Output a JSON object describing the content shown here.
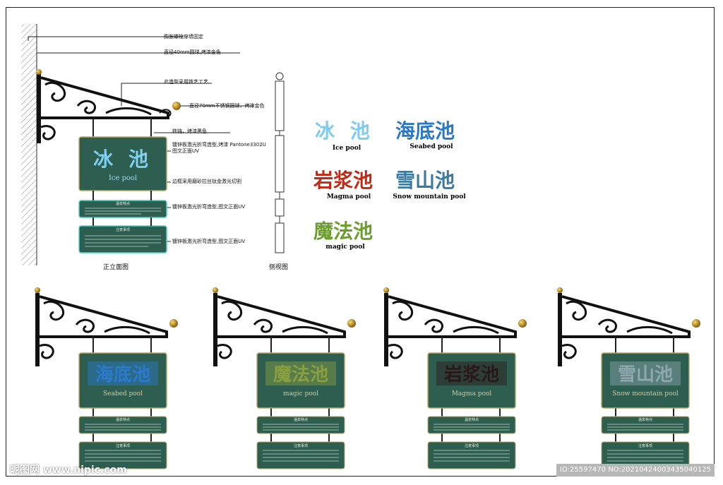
{
  "annotations": {
    "a1": "膨胀螺栓穿墙固定",
    "a2": "直径40mm圆球,烤漆金色",
    "a3": "此造型采用铁艺工艺",
    "a4": "直径70mm不锈钢圆球，烤漆金色",
    "a5": "铁链，烤漆黑色",
    "a6": "镀锌板激光折弯造型,烤漆 Pantone3302U 图文正面UV",
    "a7": "边框采用磨砂拉丝钛金激光切割",
    "a8": "镀锌板激光折弯造型,图文正面UV",
    "a9": "镀锌板激光折弯造型,图文正面UV"
  },
  "captions": {
    "front": "正立面图",
    "side": "侧视图"
  },
  "pools": [
    {
      "zh": "冰 池",
      "en": "Ice pool"
    },
    {
      "zh": "海底池",
      "en": "Seabed pool"
    },
    {
      "zh": "岩浆池",
      "en": "Magma pool"
    },
    {
      "zh": "雪山池",
      "en": "Snow mountain pool"
    },
    {
      "zh": "魔法池",
      "en": "magic pool"
    }
  ],
  "board": {
    "main": {
      "zh": "冰 池",
      "en": "Ice pool"
    },
    "info1_title": "温泉特点",
    "info2_title": "注意事项"
  },
  "bottom_signs": [
    {
      "zh": "海底池",
      "en": "Seabed pool"
    },
    {
      "zh": "魔法池",
      "en": "magic pool"
    },
    {
      "zh": "岩浆池",
      "en": "Magma pool"
    },
    {
      "zh": "雪山池",
      "en": "Snow mountain pool"
    }
  ],
  "watermark": {
    "logo": "昵图网 www.nipic.com",
    "id": "ID:25597470 NO:20210424003435040125"
  },
  "colors": {
    "board_green": "#2e5e50",
    "border_gold": "#b8a86a",
    "iron": "#111111",
    "ball_gold": "#c8961e"
  }
}
